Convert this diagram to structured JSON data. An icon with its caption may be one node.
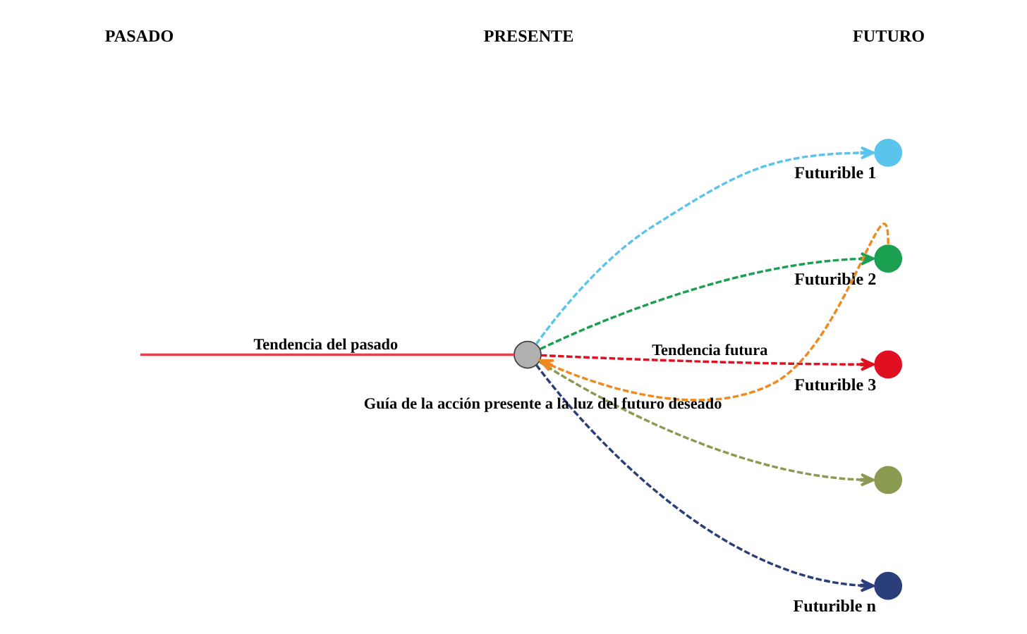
{
  "diagram": {
    "nodes": [
      {
        "text": [],
        "shape": "circle"
      },
      {
        "text": [],
        "shape": "circle",
        "beside": [
          "Futurible 1"
        ]
      },
      {
        "text": [],
        "shape": "circle",
        "beside": [
          "Futurible 2"
        ]
      },
      {
        "text": [],
        "shape": "circle",
        "beside": [
          "Futurible 3"
        ]
      },
      {
        "text": [],
        "shape": "circle"
      },
      {
        "text": [],
        "shape": "circle",
        "beside": [
          "Futurible n"
        ]
      }
    ],
    "edges": [
      {
        "from": null,
        "to": 0,
        "arrow": "none",
        "label": "Tendencia del pasado",
        "color": "#e04050"
      },
      {
        "from": 0,
        "to": 1,
        "arrow": "to",
        "style": "dashed",
        "color": "#5bc4ec"
      },
      {
        "from": 0,
        "to": 2,
        "arrow": "to",
        "style": "dashed",
        "color": "#1aa050"
      },
      {
        "from": 0,
        "to": 3,
        "arrow": "to",
        "style": "dashed",
        "color": "#e01020",
        "label": "Tendencia futura"
      },
      {
        "from": 0,
        "to": 4,
        "arrow": "to",
        "style": "dashed",
        "color": "#8a9a50"
      },
      {
        "from": 0,
        "to": 5,
        "arrow": "to",
        "style": "dashed",
        "color": "#2a3f7a"
      },
      {
        "from": 2,
        "to": 0,
        "arrow": "to",
        "style": "dashed",
        "color": "#f08a20",
        "label": "Guía de la acción presente a la luz del futuro deseado"
      }
    ],
    "labels": [
      "PASADO",
      "PRESENTE",
      "FUTURO"
    ]
  }
}
